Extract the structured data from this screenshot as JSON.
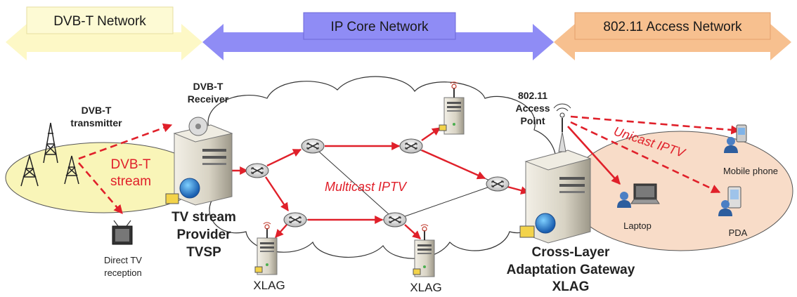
{
  "colors": {
    "dvbt_band": "#fdf8c6",
    "ip_band": "#8f8cf5",
    "access_band": "#f7c08f",
    "red_link": "#e0202a",
    "cloud_stroke": "#333333",
    "ellipse_left": "#f9f5b8",
    "ellipse_right": "#f8dcc8"
  },
  "banners": {
    "dvbt": "DVB-T Network",
    "ip_core": "IP Core Network",
    "access": "802.11 Access Network"
  },
  "labels": {
    "dvbt_transmitter_1": "DVB-T",
    "dvbt_transmitter_2": "transmitter",
    "dvbt_stream_1": "DVB-T",
    "dvbt_stream_2": "stream",
    "direct_tv_1": "Direct TV",
    "direct_tv_2": "reception",
    "dvbt_receiver_1": "DVB-T",
    "dvbt_receiver_2": "Receiver",
    "tvsp_1": "TV stream",
    "tvsp_2": "Provider",
    "tvsp_3": "TVSP",
    "multicast": "Multicast IPTV",
    "xlag_left": "XLAG",
    "xlag_mid": "XLAG",
    "ap_1": "802.11",
    "ap_2": "Access",
    "ap_3": "Point",
    "gateway_1": "Cross-Layer",
    "gateway_2": "Adaptation Gateway",
    "gateway_3": "XLAG",
    "unicast": "Unicast IPTV",
    "mobile_phone": "Mobile phone",
    "laptop": "Laptop",
    "pda": "PDA"
  },
  "icons": {
    "router": "router-icon",
    "server": "server-icon",
    "tower": "tower-icon",
    "tv": "tv-icon",
    "user": "user-icon",
    "globe": "globe-icon"
  }
}
